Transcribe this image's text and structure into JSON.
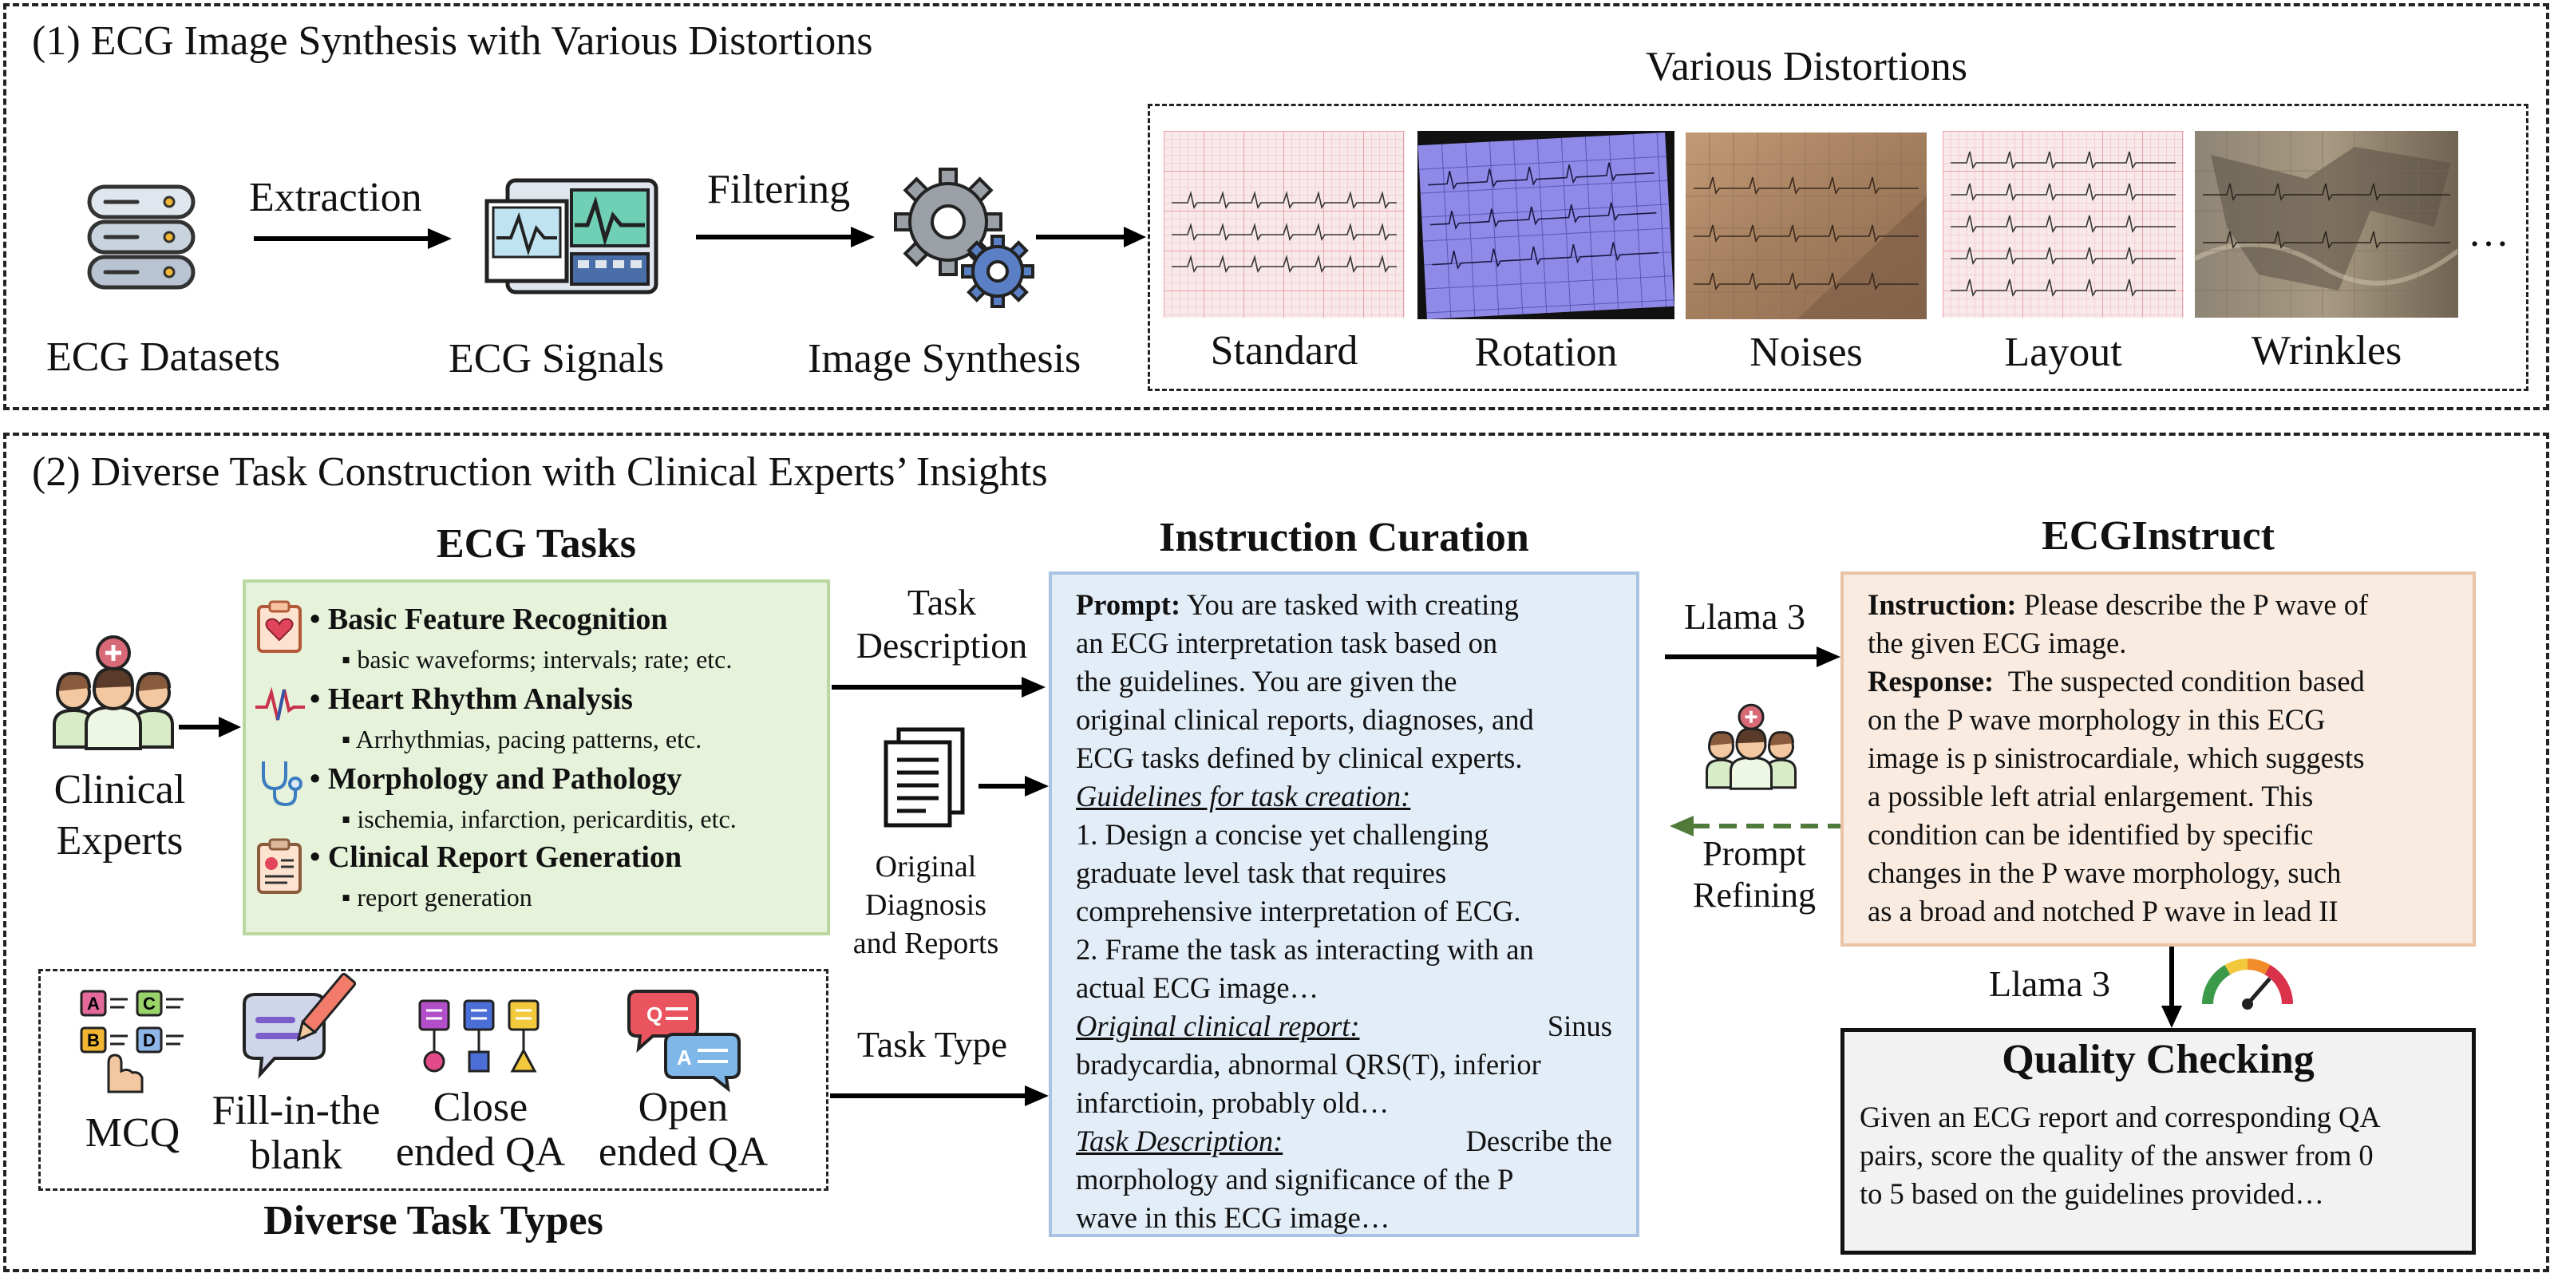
{
  "panel1": {
    "title": "(1) ECG Image Synthesis with Various Distortions",
    "various_distortions": "Various Distortions",
    "steps": {
      "datasets": "ECG Datasets",
      "signals": "ECG Signals",
      "synthesis": "Image Synthesis"
    },
    "arrows": {
      "extraction": "Extraction",
      "filtering": "Filtering"
    },
    "distortions": [
      "Standard",
      "Rotation",
      "Noises",
      "Layout",
      "Wrinkles"
    ],
    "ellipsis": "…",
    "colors": {
      "grid_paper": "#f7e9ea",
      "rotation": "#8f8ae8",
      "noises": "#b08868",
      "wrinkles": "#9a8a72"
    }
  },
  "panel2": {
    "title": "(2) Diverse Task Construction with Clinical Experts’ Insights",
    "clinical_experts": [
      "Clinical",
      "Experts"
    ],
    "ecg_tasks": {
      "title": "ECG Tasks",
      "items": [
        {
          "head": "Basic Feature Recognition",
          "sub": "basic waveforms; intervals; rate; etc.",
          "icon": "heart-clipboard-icon"
        },
        {
          "head": "Heart Rhythm Analysis",
          "sub": "Arrhythmias, pacing patterns, etc.",
          "icon": "pulse-wave-icon"
        },
        {
          "head": "Morphology and Pathology",
          "sub": "ischemia, infarction, pericarditis, etc.",
          "icon": "stethoscope-icon"
        },
        {
          "head": "Clinical Report Generation",
          "sub": "report generation",
          "icon": "report-clipboard-icon"
        }
      ]
    },
    "task_types": {
      "title": "Diverse Task Types",
      "items": [
        {
          "label": [
            "MCQ"
          ],
          "icon": "mcq-icon"
        },
        {
          "label": [
            "Fill-in-the",
            "blank"
          ],
          "icon": "fill-blank-icon"
        },
        {
          "label": [
            "Close",
            "ended QA"
          ],
          "icon": "close-ended-icon"
        },
        {
          "label": [
            "Open",
            "ended QA"
          ],
          "icon": "open-ended-icon"
        }
      ]
    },
    "task_description_label": [
      "Task",
      "Description"
    ],
    "original_diagnosis_label": [
      "Original",
      "Diagnosis",
      "and Reports"
    ],
    "task_type_label": "Task Type",
    "instruction_curation": {
      "title": "Instruction Curation",
      "prompt_label": "Prompt:",
      "lines": [
        "You are tasked with creating",
        "an ECG interpretation task based on",
        "the guidelines. You are given the",
        "original clinical reports, diagnoses, and",
        "ECG tasks defined by clinical experts."
      ],
      "guidelines_label": "Guidelines for task creation:",
      "guidelines": [
        "1. Design a concise yet challenging",
        "graduate level task that requires",
        "comprehensive interpretation of ECG.",
        "2. Frame the task as interacting with an",
        "actual ECG image…"
      ],
      "report_label": "Original clinical report:",
      "report_first": "Sinus",
      "report_lines": [
        "bradycardia, abnormal QRS(T), inferior",
        "infarctioin, probably old…"
      ],
      "taskdesc_label": "Task Description:",
      "taskdesc_first": "Describe the",
      "taskdesc_lines": [
        "morphology and significance of the P",
        "wave in this ECG image…"
      ]
    },
    "llama_top": "Llama 3",
    "llama_bottom": "Llama 3",
    "prompt_refining": [
      "Prompt",
      "Refining"
    ],
    "ecginstruct": {
      "title": "ECGInstruct",
      "instruction_label": "Instruction:",
      "instruction_lines": [
        "Please describe the P wave of",
        "the given ECG image."
      ],
      "response_label": "Response:",
      "response_first": "The suspected condition based",
      "response_lines": [
        "on the P wave morphology in this ECG",
        "image is p sinistrocardiale, which suggests",
        "a possible left atrial enlargement. This",
        "condition can be identified by specific",
        "changes in the P wave morphology, such",
        "as a broad and notched P wave in lead II"
      ]
    },
    "quality": {
      "title": "Quality Checking",
      "lines": [
        "Given an ECG report and corresponding QA",
        "pairs, score the quality of the answer from 0",
        "to 5 based on the guidelines provided…"
      ]
    },
    "colors": {
      "tasks_bg": "#e6f2da",
      "curation_bg": "#e3edf8",
      "instruct_bg": "#faebe0",
      "quality_bg": "#f2f2f2",
      "refine_arrow": "#4f7a3a"
    }
  }
}
